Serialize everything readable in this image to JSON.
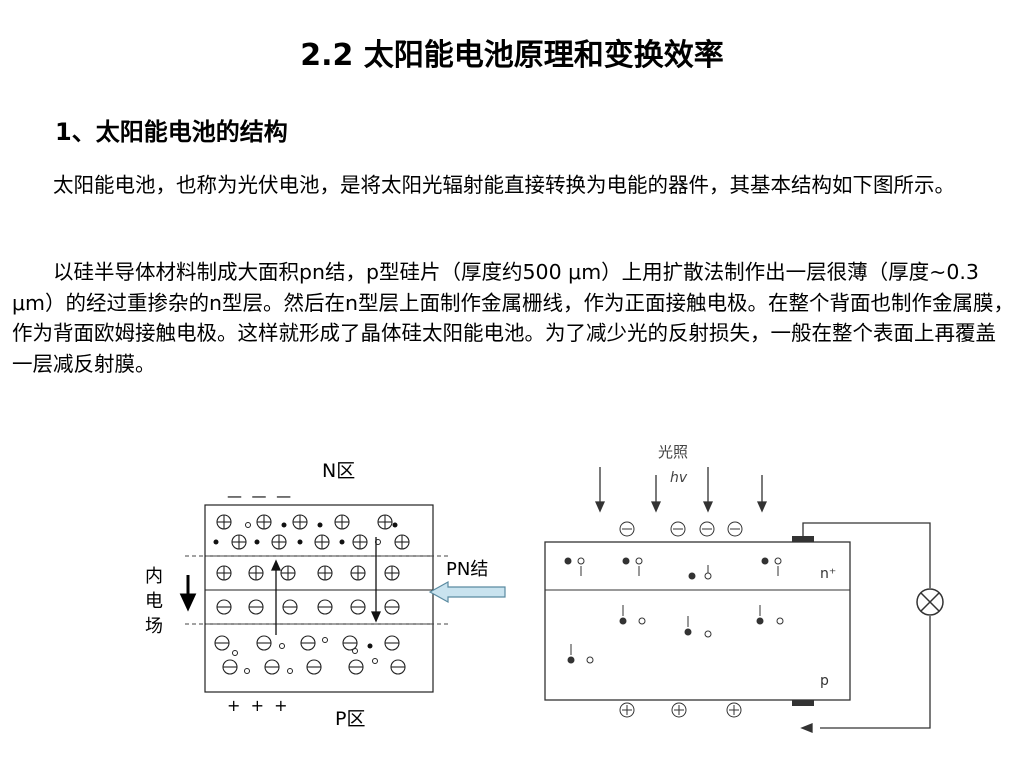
{
  "slide": {
    "title": "2.2  太阳能电池原理和变换效率",
    "subtitle": "1、太阳能电池的结构",
    "paragraph1": "太阳能电池，也称为光伏电池，是将太阳光辐射能直接转换为电能的器件，其基本结构如下图所示。",
    "paragraph2": "以硅半导体材料制成大面积pn结，p型硅片（厚度约500 μm）上用扩散法制作出一层很薄（厚度~0.3 μm）的经过重掺杂的n型层。然后在n型层上面制作金属栅线，作为正面接触电极。在整个背面也制作金属膜，作为背面欧姆接触电极。这样就形成了晶体硅太阳能电池。为了减少光的反射损失，一般在整个表面上再覆盖一层减反射膜。"
  },
  "left_diagram": {
    "n_region_label": "N区",
    "p_region_label": "P区",
    "pn_junction_label": "PN结",
    "field_label": [
      "内",
      "电",
      "场"
    ],
    "n_side_charges": "—  —  —",
    "p_side_charges": "+  +  +"
  },
  "right_diagram": {
    "light_label": "光照",
    "photon_label": "hv",
    "n_plus_label": "n⁺",
    "p_label": "p",
    "lamp_icon": "lamp-icon"
  }
}
